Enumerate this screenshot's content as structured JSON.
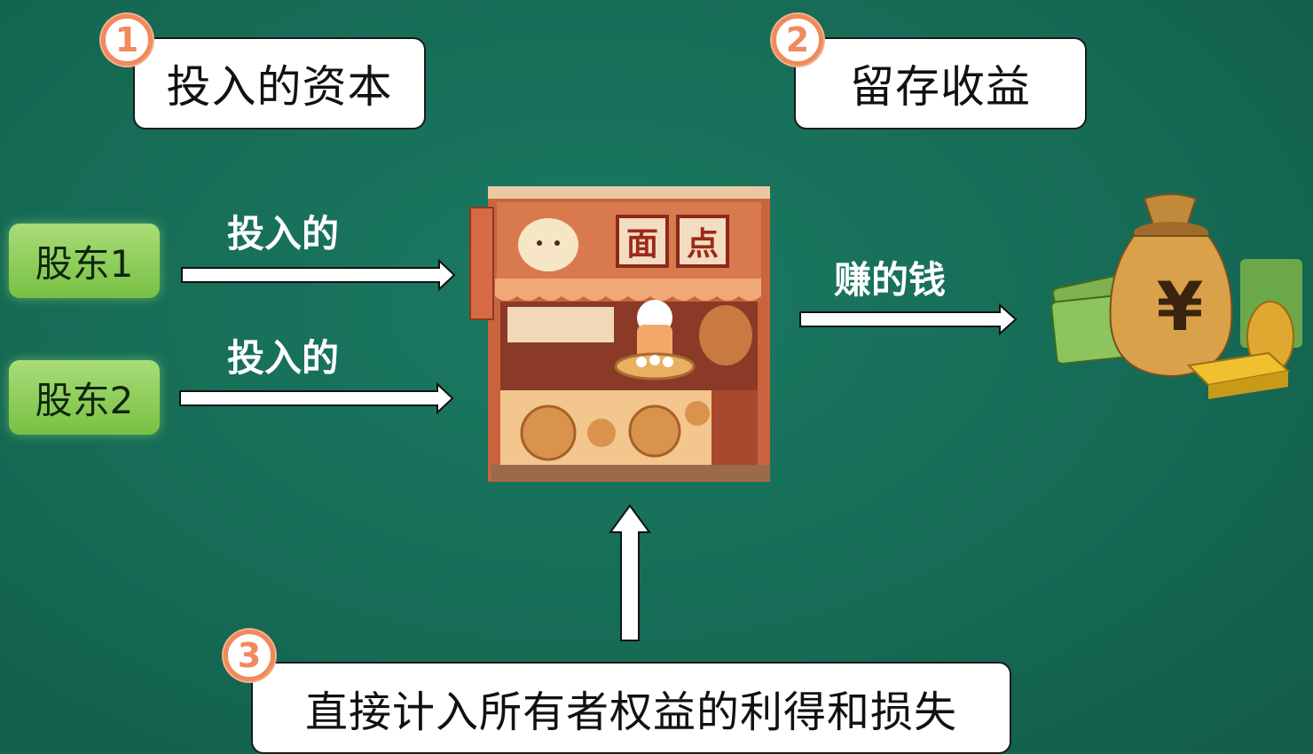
{
  "boxes": {
    "invested_capital": {
      "number": "1",
      "text": "投入的资本"
    },
    "retained_earnings": {
      "number": "2",
      "text": "留存收益"
    },
    "oci": {
      "number": "3",
      "text": "直接计入所有者权益的利得和损失"
    }
  },
  "shareholders": [
    {
      "label": "股东1",
      "arrow_label": "投入的"
    },
    {
      "label": "股东2",
      "arrow_label": "投入的"
    }
  ],
  "shop": {
    "sign": [
      "面",
      "点"
    ]
  },
  "earned_label": "赚的钱",
  "money_bag": {
    "symbol": "¥"
  },
  "colors": {
    "background": "#166b55",
    "badge": "#f08a5d",
    "holder": "#8ccf58"
  }
}
